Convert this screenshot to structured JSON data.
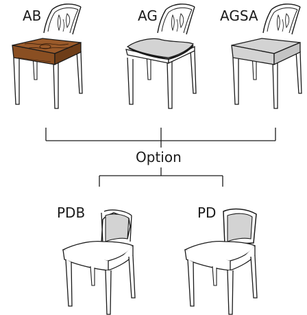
{
  "labels": {
    "ab": "AB",
    "ag": "AG",
    "agsa": "AGSA",
    "option": "Option",
    "pdb": "PDB",
    "pd": "PD"
  },
  "colors": {
    "line": "#1a1a1a",
    "wood_seat": "#9a5a2a",
    "wood_seat_dark": "#6e3d18",
    "grey_fill": "#d3d3d3",
    "background": "#ffffff"
  }
}
